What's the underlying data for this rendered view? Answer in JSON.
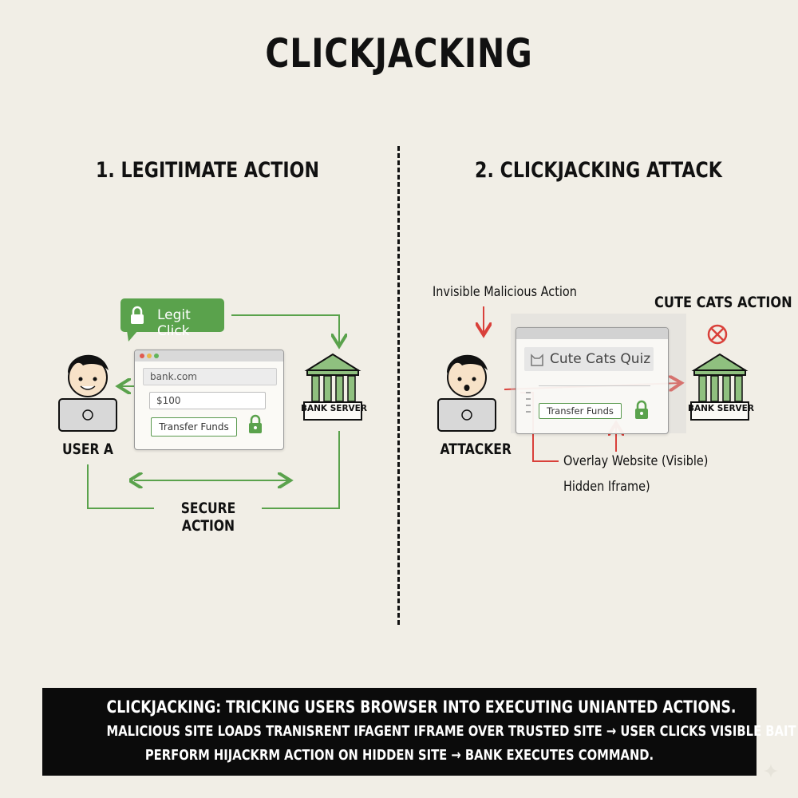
{
  "title": "CLICKJACKING",
  "left": {
    "heading": "1. LEGITIMATE ACTION",
    "bubble_label": "Legit Click",
    "url": "bank.com",
    "amount": "$100",
    "transfer_button": "Transfer Funds",
    "user_label": "USER A",
    "server_label": "BANK SERVER",
    "flow_label": "SECURE ACTION"
  },
  "right": {
    "heading": "2. CLICKJACKING ATTACK",
    "invisible_label": "Invisible Malicious Action",
    "cute_action_label": "CUTE CATS ACTION",
    "quiz_title": "Cute Cats Quiz",
    "transfer_button": "Transfer Funds",
    "attacker_label": "ATTACKER",
    "server_label": "BANK SERVER",
    "overlay_label_1": "Overlay Website (Visible)",
    "overlay_label_2": "Hidden Iframe)"
  },
  "summary": {
    "line1": "CLICKJACKING: TRICKING USERS BROWSER INTO EXECUTING UNIANTED ACTIONS.",
    "line2": "MALICIOUS SITE LOADS TRANISRENT IFAGENT IFRAME OVER TRUSTED SITE → USER CLICKS VISIBLE BAIT →",
    "line3": "PERFORM HIJACKRM ACTION ON HIDDEN SITE → BANK EXECUTES COMMAND."
  },
  "colors": {
    "green": "#5aa24c",
    "red": "#d9403a",
    "background": "#f1eee6"
  }
}
